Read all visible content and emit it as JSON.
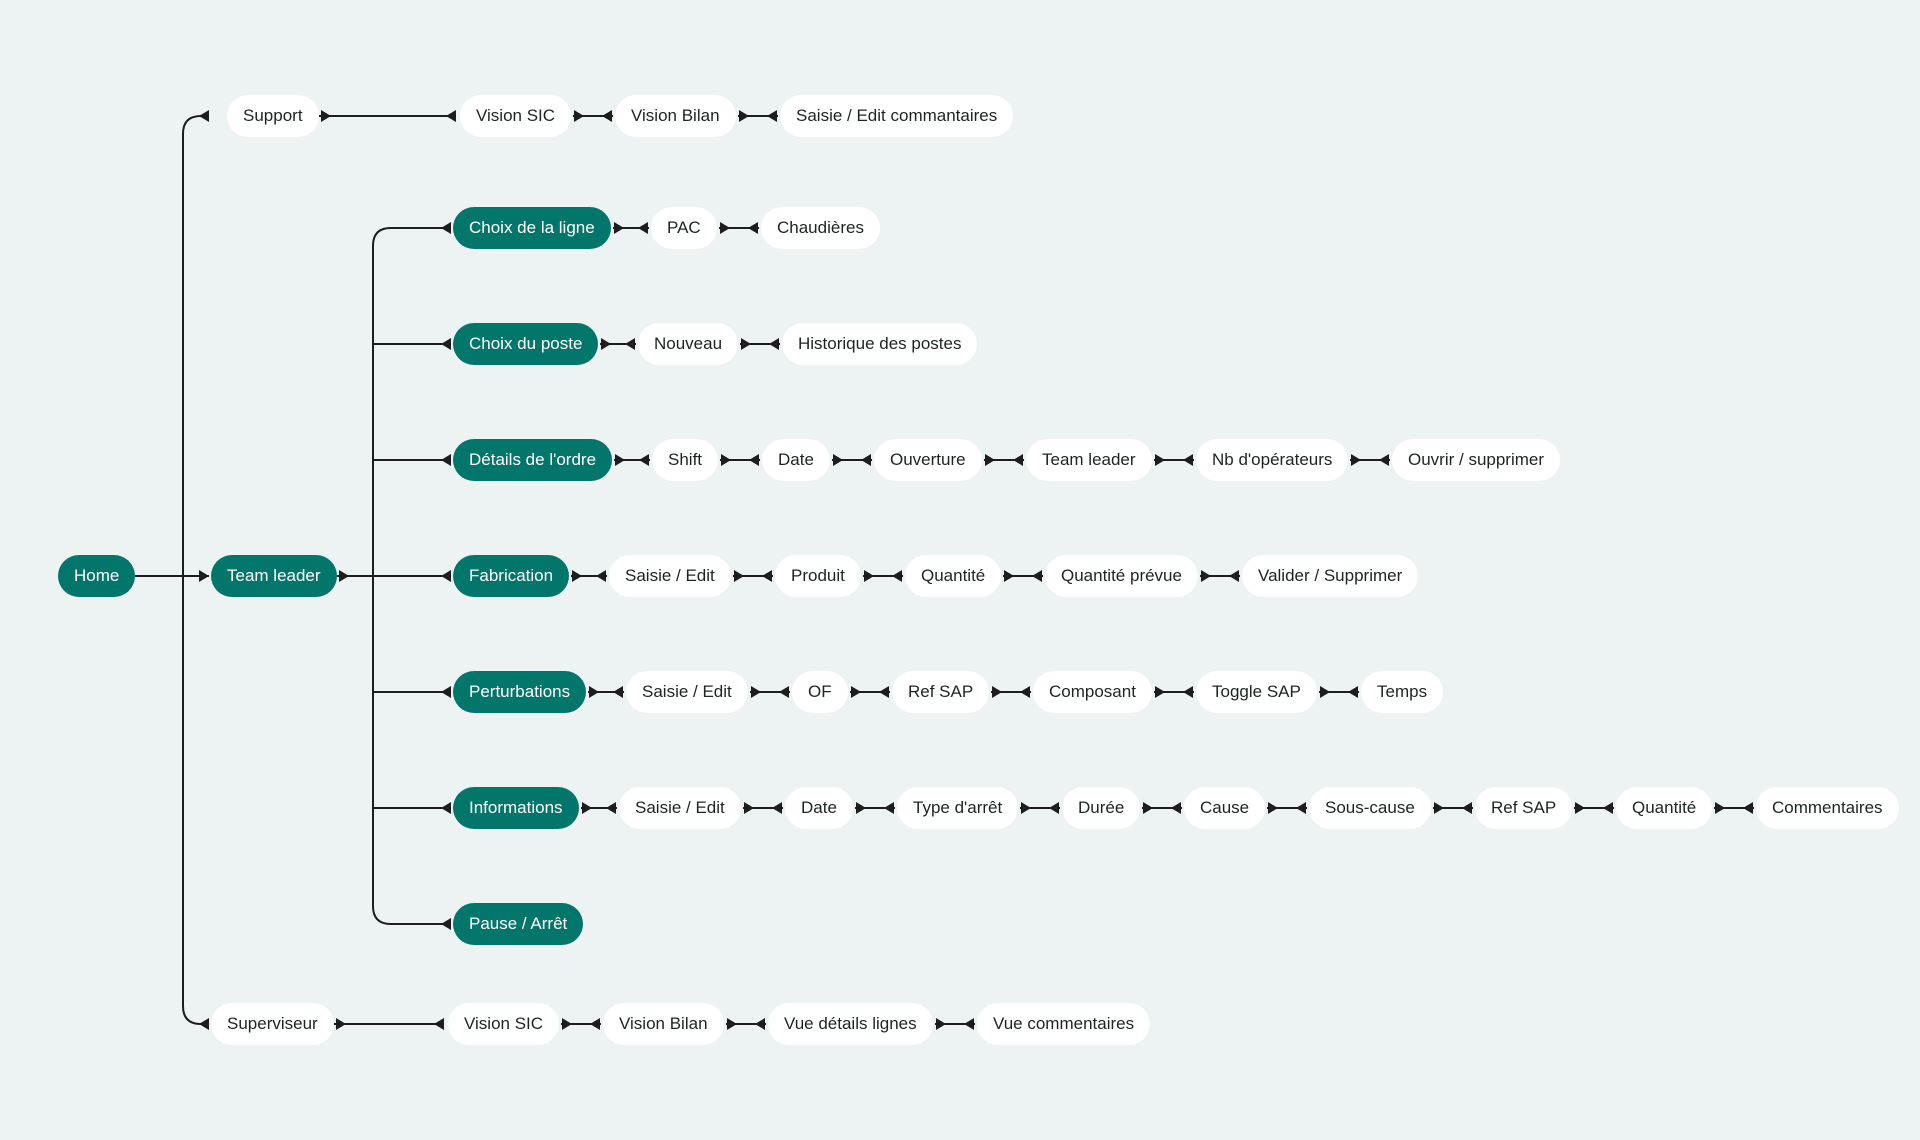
{
  "colors": {
    "background": "#edf3f2",
    "accent": "#03766b",
    "node_fill": "#ffffff",
    "line": "#1d1d1d"
  },
  "home": {
    "label": "Home"
  },
  "branches": [
    {
      "label": "Support",
      "style": "white",
      "chain": [
        "Vision SIC",
        "Vision Bilan",
        "Saisie / Edit commantaires"
      ]
    },
    {
      "label": "Team leader",
      "style": "teal",
      "children": [
        {
          "label": "Choix de la ligne",
          "chain": [
            "PAC",
            "Chaudières"
          ]
        },
        {
          "label": "Choix du poste",
          "chain": [
            "Nouveau",
            "Historique des postes"
          ]
        },
        {
          "label": "Détails de l'ordre",
          "chain": [
            "Shift",
            "Date",
            "Ouverture",
            "Team leader",
            "Nb d'opérateurs",
            "Ouvrir / supprimer"
          ]
        },
        {
          "label": "Fabrication",
          "chain": [
            "Saisie / Edit",
            "Produit",
            "Quantité",
            "Quantité prévue",
            "Valider / Supprimer"
          ]
        },
        {
          "label": "Perturbations",
          "chain": [
            "Saisie / Edit",
            "OF",
            "Ref SAP",
            "Composant",
            "Toggle SAP",
            "Temps"
          ]
        },
        {
          "label": "Informations",
          "chain": [
            "Saisie / Edit",
            "Date",
            "Type d'arrêt",
            "Durée",
            "Cause",
            "Sous-cause",
            "Ref SAP",
            "Quantité",
            "Commentaires"
          ]
        },
        {
          "label": "Pause / Arrêt",
          "chain": []
        }
      ]
    },
    {
      "label": "Superviseur",
      "style": "white",
      "chain": [
        "Vision SIC",
        "Vision Bilan",
        "Vue détails lignes",
        "Vue commentaires"
      ]
    }
  ]
}
